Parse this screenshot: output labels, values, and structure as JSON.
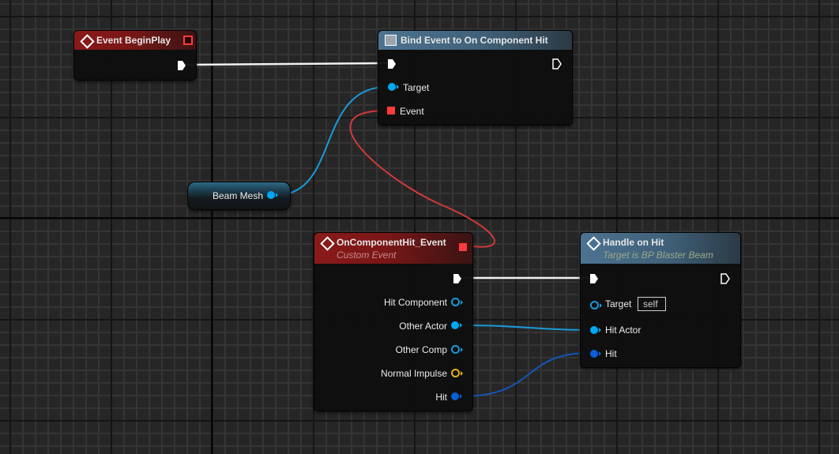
{
  "graph": {
    "colors": {
      "background": "#262626",
      "exec": "#ffffff",
      "object_pin": "#00a8f4",
      "struct_pin": "#0a5fd6",
      "vector_pin": "#e2b317",
      "delegate_pin": "#ff3b3b",
      "event_header": "#8a1a1a",
      "function_header": "#4d7391"
    }
  },
  "nodes": {
    "begin_play": {
      "title": "Event BeginPlay"
    },
    "bind_event": {
      "title": "Bind Event to On Component Hit",
      "pins": {
        "target": "Target",
        "event": "Event"
      }
    },
    "beam_mesh": {
      "label": "Beam Mesh"
    },
    "custom_event": {
      "title": "OnComponentHit_Event",
      "subtitle": "Custom Event",
      "pins": {
        "hit_component": "Hit Component",
        "other_actor": "Other Actor",
        "other_comp": "Other Comp",
        "normal_impulse": "Normal Impulse",
        "hit": "Hit"
      }
    },
    "handle_on_hit": {
      "title": "Handle on Hit",
      "subtitle": "Target is BP Blaster Beam",
      "pins": {
        "target": "Target",
        "target_default": "self",
        "hit_actor": "Hit Actor",
        "hit": "Hit"
      }
    }
  }
}
